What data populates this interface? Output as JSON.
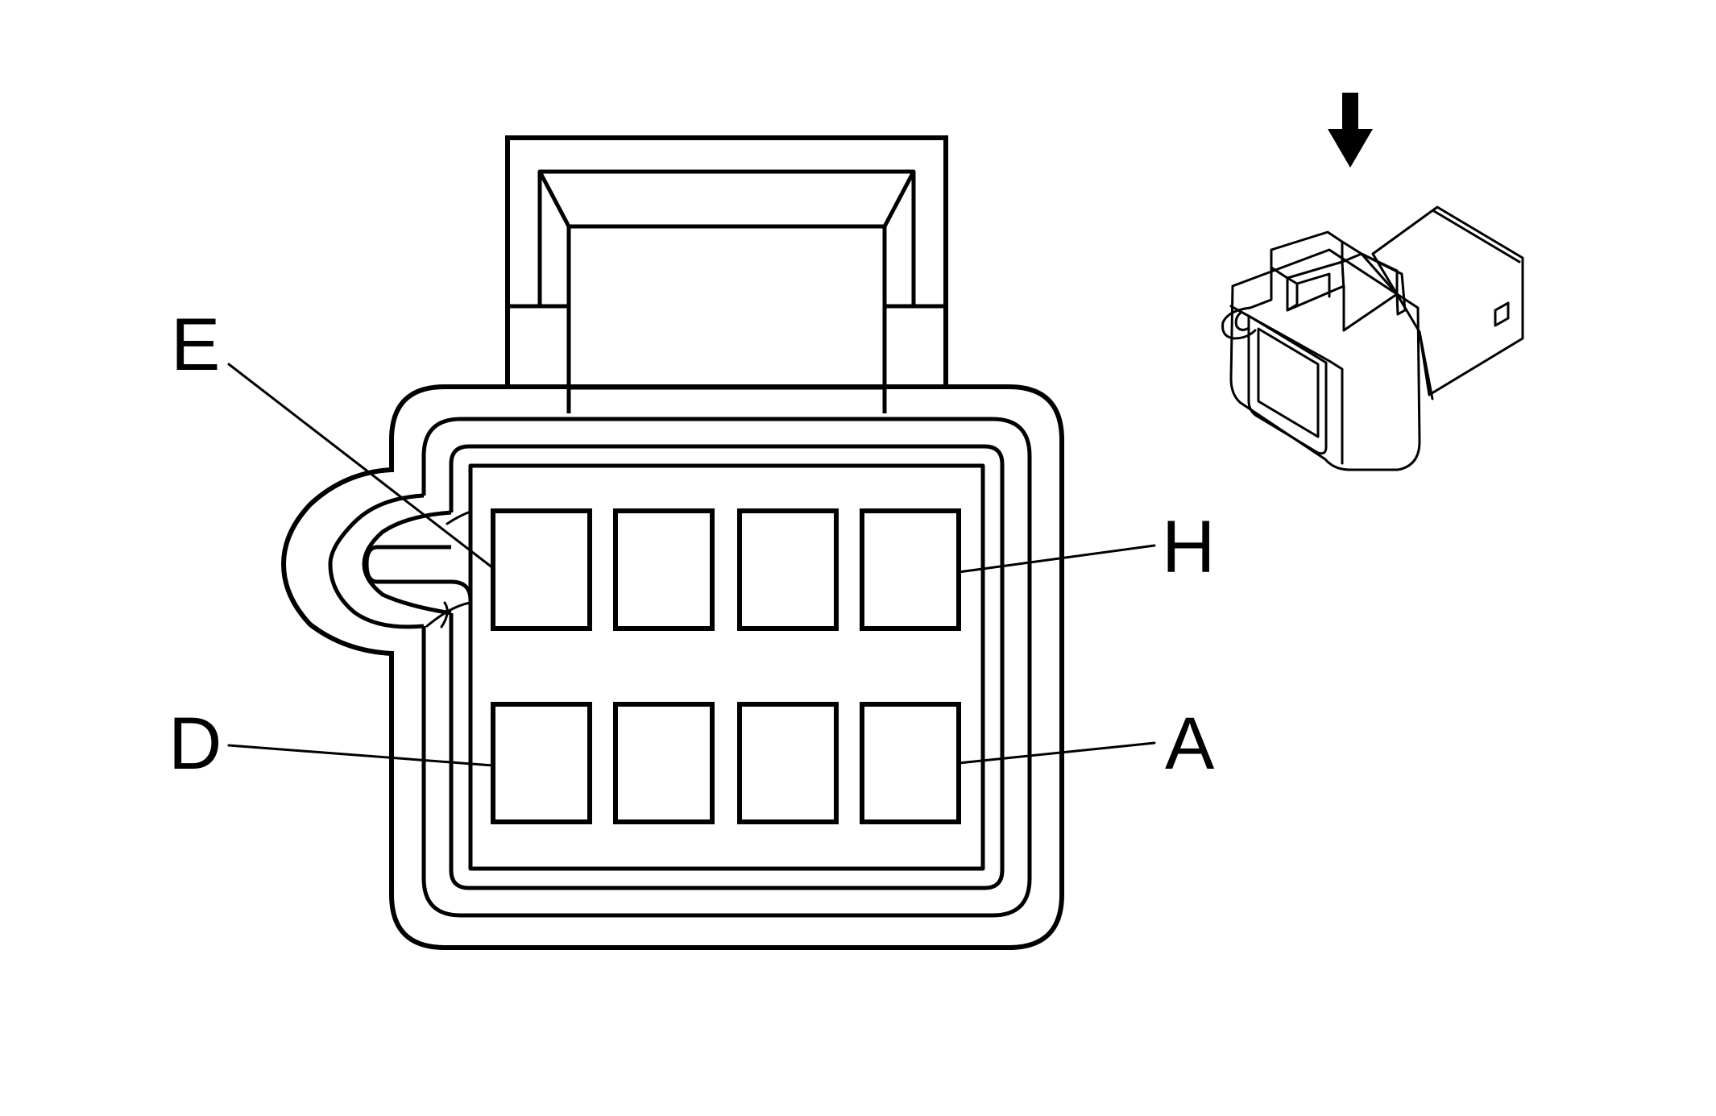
{
  "diagram": {
    "pin_labels": {
      "top_left": "E",
      "top_right": "H",
      "bottom_left": "D",
      "bottom_right": "A"
    },
    "cavity_rows": 2,
    "cavities_per_row": 4,
    "orientation_arrow_icon": "down-arrow-icon",
    "inset_icon": "connector-3d-view-icon",
    "line_color": "#000000",
    "background_color": "#ffffff"
  }
}
